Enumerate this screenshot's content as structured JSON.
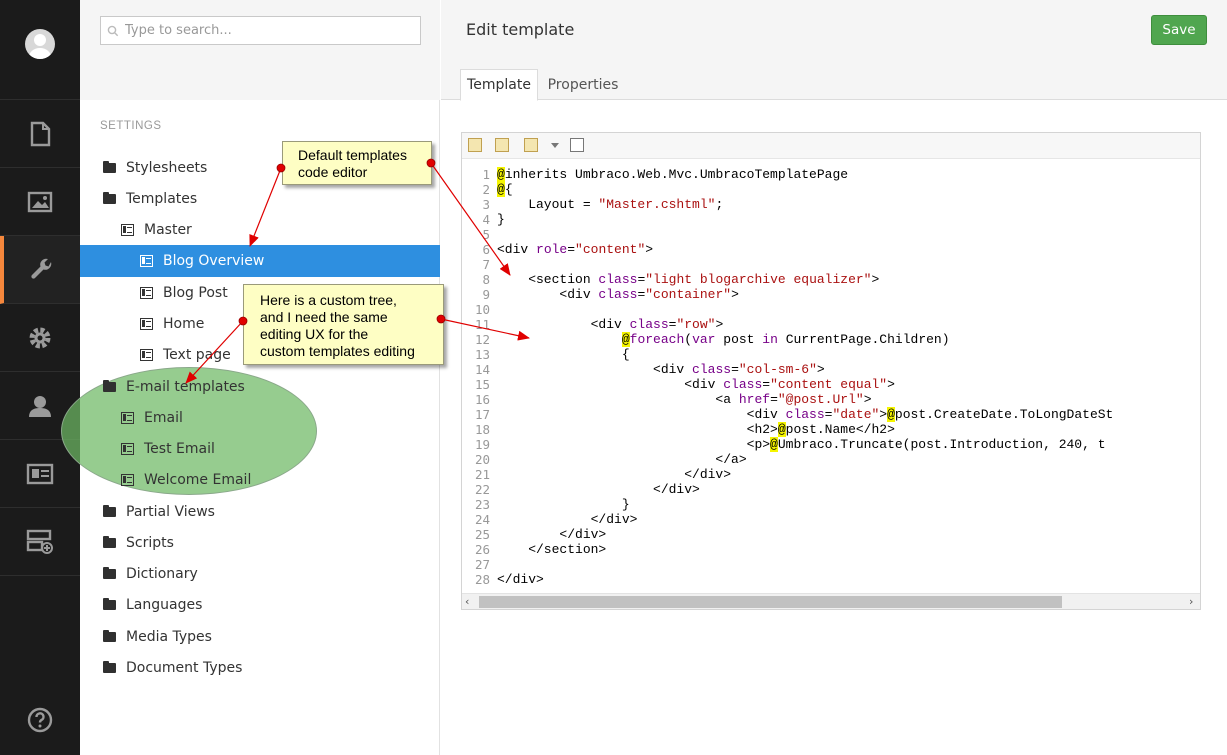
{
  "search": {
    "placeholder": "Type to search..."
  },
  "sidebar": {
    "section_title": "SETTINGS",
    "items": [
      {
        "label": "Stylesheets",
        "icon": "folder-icon"
      },
      {
        "label": "Templates",
        "icon": "folder-icon"
      },
      {
        "label": "Master",
        "icon": "template-icon"
      },
      {
        "label": "Blog Overview",
        "icon": "template-icon",
        "selected": true
      },
      {
        "label": "Blog Post",
        "icon": "template-icon"
      },
      {
        "label": "Home",
        "icon": "template-icon"
      },
      {
        "label": "Text page",
        "icon": "template-icon"
      },
      {
        "label": "E-mail templates",
        "icon": "folder-icon"
      },
      {
        "label": "Email",
        "icon": "template-icon"
      },
      {
        "label": "Test Email",
        "icon": "template-icon"
      },
      {
        "label": "Welcome Email",
        "icon": "template-icon"
      },
      {
        "label": "Partial Views",
        "icon": "folder-icon"
      },
      {
        "label": "Scripts",
        "icon": "folder-icon"
      },
      {
        "label": "Dictionary",
        "icon": "folder-icon"
      },
      {
        "label": "Languages",
        "icon": "folder-icon"
      },
      {
        "label": "Media Types",
        "icon": "folder-icon"
      },
      {
        "label": "Document Types",
        "icon": "folder-icon"
      }
    ]
  },
  "rail": {
    "icons": [
      "avatar",
      "document-icon",
      "image-icon",
      "wrench-icon",
      "gear-icon",
      "user-icon",
      "id-card-icon",
      "server-add-icon",
      "help-icon"
    ],
    "active": "wrench-icon",
    "accent": "#f5873c"
  },
  "header": {
    "title": "Edit template",
    "save_label": "Save"
  },
  "tabs": [
    {
      "label": "Template",
      "active": true
    },
    {
      "label": "Properties",
      "active": false
    }
  ],
  "annotations": {
    "callout1": [
      "Default templates",
      "code editor"
    ],
    "callout2": [
      "Here is a custom tree,",
      "and I need the same",
      "editing UX for the",
      "custom templates editing"
    ]
  },
  "code": {
    "lines": [
      "@inherits Umbraco.Web.Mvc.UmbracoTemplatePage",
      "@{",
      "    Layout = \"Master.cshtml\";",
      "}",
      "",
      "<div role=\"content\">",
      "",
      "    <section class=\"light blogarchive equalizer\">",
      "        <div class=\"container\">",
      "",
      "            <div class=\"row\">",
      "                @foreach(var post in CurrentPage.Children)",
      "                {",
      "                    <div class=\"col-sm-6\">",
      "                        <div class=\"content equal\">",
      "                            <a href=\"@post.Url\">",
      "                                <div class=\"date\">@post.CreateDate.ToLongDateSt",
      "                                <h2>@post.Name</h2>",
      "                                <p>@Umbraco.Truncate(post.Introduction, 240, t",
      "                            </a>",
      "                        </div>",
      "                    </div>",
      "                }",
      "            </div>",
      "        </div>",
      "    </section>",
      "",
      "</div>"
    ]
  },
  "colors": {
    "rail_bg": "#1b1b1b",
    "selected_bg": "#2e8fe0",
    "save_bg": "#50a64f",
    "highlight_ellipse": "#6eb964",
    "callout_bg": "#fefec4"
  }
}
